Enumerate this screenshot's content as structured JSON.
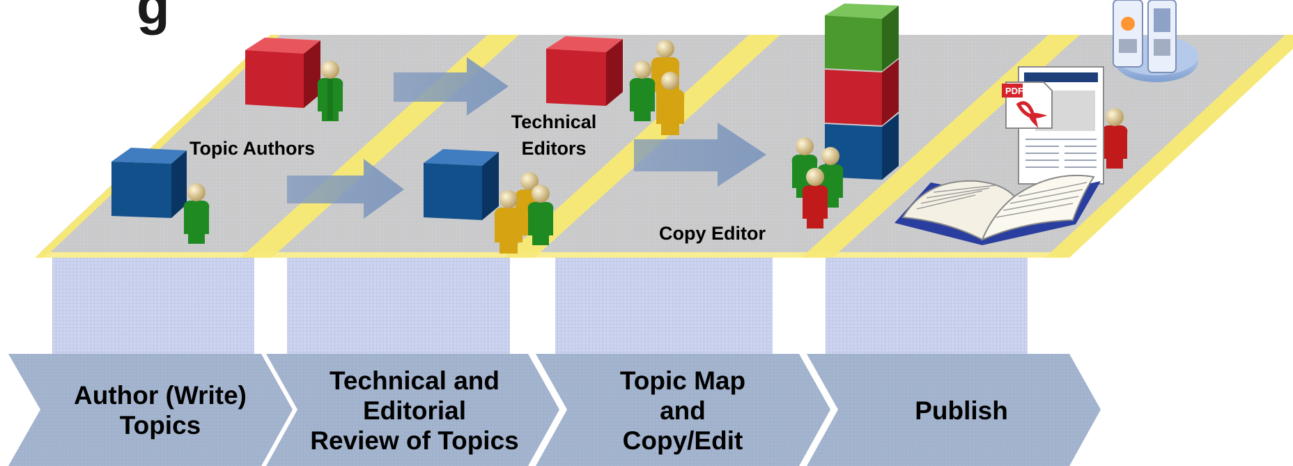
{
  "heading_fragment": "g",
  "actor_labels": {
    "topic_authors": "Topic Authors",
    "technical_editors_line1": "Technical",
    "technical_editors_line2": "Editors",
    "copy_editor": "Copy Editor"
  },
  "stages": [
    {
      "line1": "Author (Write)",
      "line2": "Topics",
      "line3": ""
    },
    {
      "line1": "Technical and",
      "line2": "Editorial",
      "line3": "Review of Topics"
    },
    {
      "line1": "Topic Map",
      "line2": "and",
      "line3": "Copy/Edit"
    },
    {
      "line1": "Publish",
      "line2": "",
      "line3": ""
    }
  ],
  "output_icons": [
    "pdf-icon",
    "document-icon",
    "open-book-icon",
    "mobile-devices-icon"
  ],
  "colors": {
    "platform": "#c9c9c9",
    "platform_stripe": "#f6e877",
    "column": "#cdd4f1",
    "chevron": "#a4b5cf",
    "arrow": "#7f98bd",
    "cube_red": "#c8202c",
    "cube_blue": "#12508c",
    "cube_green": "#4b9a2d",
    "person_green": "#1f8a22",
    "person_gold": "#d6a413",
    "person_red": "#c01a1a",
    "head": "#e3cf9a"
  }
}
